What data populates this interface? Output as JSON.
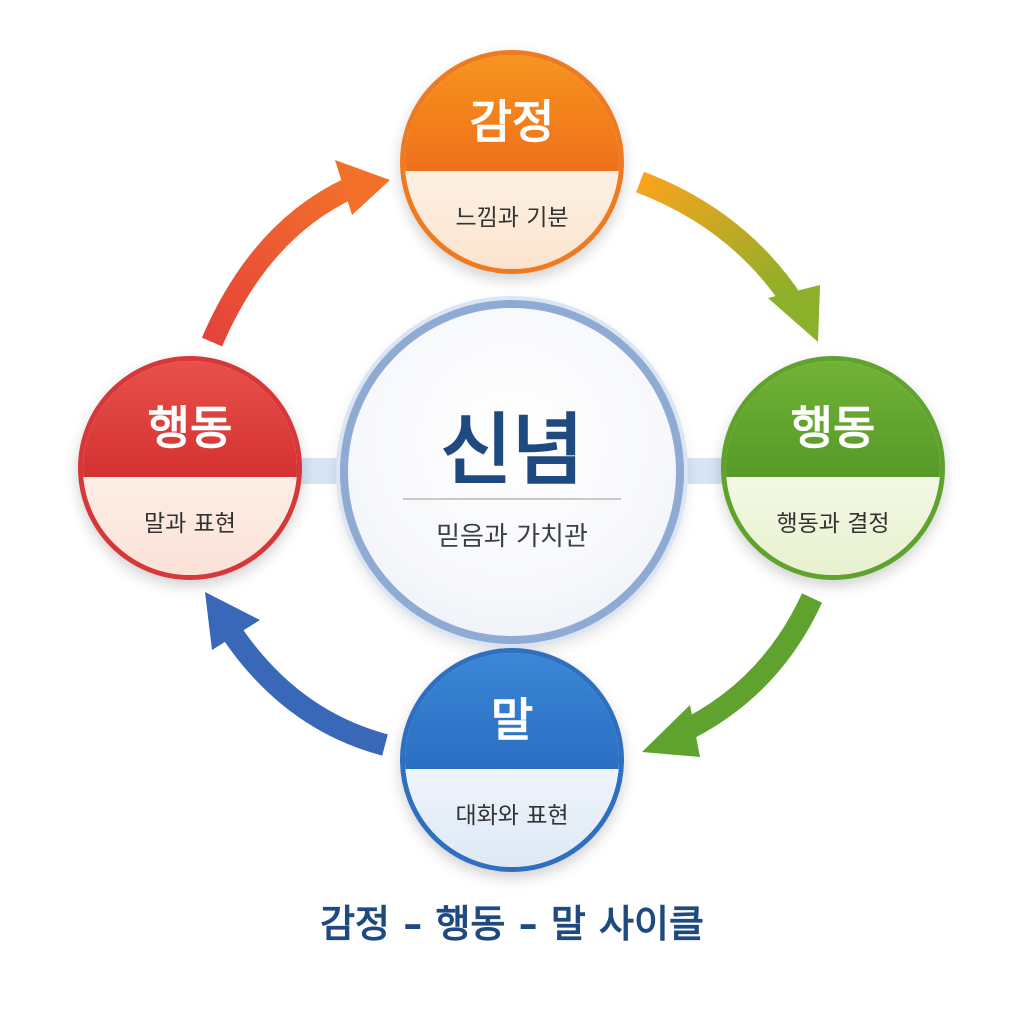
{
  "center": {
    "title": "신념",
    "subtitle": "믿음과 가치관"
  },
  "nodes": {
    "top": {
      "title": "감정",
      "subtitle": "느낌과 기분",
      "color": "#f07a1c"
    },
    "right": {
      "title": "행동",
      "subtitle": "행동과 결정",
      "color": "#5fa22e"
    },
    "bottom": {
      "title": "말",
      "subtitle": "대화와 표현",
      "color": "#2f78c8"
    },
    "left": {
      "title": "행동",
      "subtitle": "말과 표현",
      "color": "#d93a36"
    }
  },
  "caption": "감정 – 행동 – 말 사이클"
}
